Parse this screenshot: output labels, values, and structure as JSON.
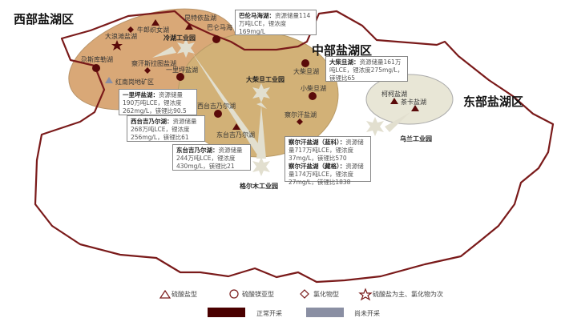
{
  "regions": {
    "west": "西部盐湖区",
    "central": "中部盐湖区",
    "east": "东部盐湖区"
  },
  "lakes": {
    "dalangtan": "大浪滩盐湖",
    "niulang": "牛郎织女湖",
    "kunteyi": "昆特依盐湖",
    "balun": "巴仑马海",
    "gasikule": "尕斯库勒湖",
    "chahansilatu": "察汗斯拉图盐湖",
    "yiliping": "一里坪盐湖",
    "hongnan": "红南岗地矿区",
    "dachaidan": "大柴旦湖",
    "xiaochaidan": "小柴旦湖",
    "chaerhan": "察尔汗盐湖",
    "xitaiji": "西台吉乃尔湖",
    "dongtaiji": "东台吉乃尔湖",
    "keke": "柯柯盐湖",
    "chaka": "茶卡盐湖"
  },
  "parks": {
    "lenghu": "冷湖工业园",
    "dachaidan": "大柴旦工业园",
    "geermu": "格尔木工业园",
    "wulan": "乌兰工业园"
  },
  "info_boxes": {
    "balunmahai": {
      "title": "巴伦马海湖：",
      "text": "资源储量114万吨LCE，锂浓度169mg/L"
    },
    "yiliping": {
      "title": "一里坪盐湖：",
      "text": "资源储量190万吨LCE，锂浓度262mg/L，镁锂比90.5"
    },
    "xitaiji": {
      "title": "西台吉乃尔湖：",
      "text": "资源储量268万吨LCE，锂浓度256mg/L，镁锂比61"
    },
    "dongtaiji": {
      "title": "东台吉乃尔湖：",
      "text": "资源储量244万吨LCE，锂浓度430mg/L，镁锂比21"
    },
    "dachaidan": {
      "title": "大柴旦湖：",
      "text": "资源储量161万吨LCE，锂浓度275mg/L，镁锂比65"
    },
    "chaerhan_lanke": {
      "title": "察尔汗盐湖（蓝科）：",
      "text": "资源储量717万吨LCE，锂浓度37mg/L，镁锂比570"
    },
    "chaerhan_zangge": {
      "title": "察尔汗盐湖（藏格）：",
      "text": "资源储量174万吨LCE，锂浓度27mg/L，镁锂比1838"
    }
  },
  "legend": {
    "types": [
      {
        "icon": "triangle-icon",
        "label": "硫酸盐型"
      },
      {
        "icon": "circle-icon",
        "label": "硫酸镁亚型"
      },
      {
        "icon": "diamond-icon",
        "label": "氯化物型"
      },
      {
        "icon": "star-icon",
        "label": "硫酸盐为主、氯化物为次"
      }
    ],
    "status": [
      {
        "label": "正常开采",
        "color": "#4a0000"
      },
      {
        "label": "尚未开采",
        "color": "#8a8fa3"
      }
    ]
  },
  "colors": {
    "border": "#7a1a1a",
    "west_zone": "#d9a877",
    "central_zone": "#d2b177",
    "east_zone": "#e8e6d6",
    "marker": "#5a0a0a",
    "park": "#e2dfcf"
  }
}
